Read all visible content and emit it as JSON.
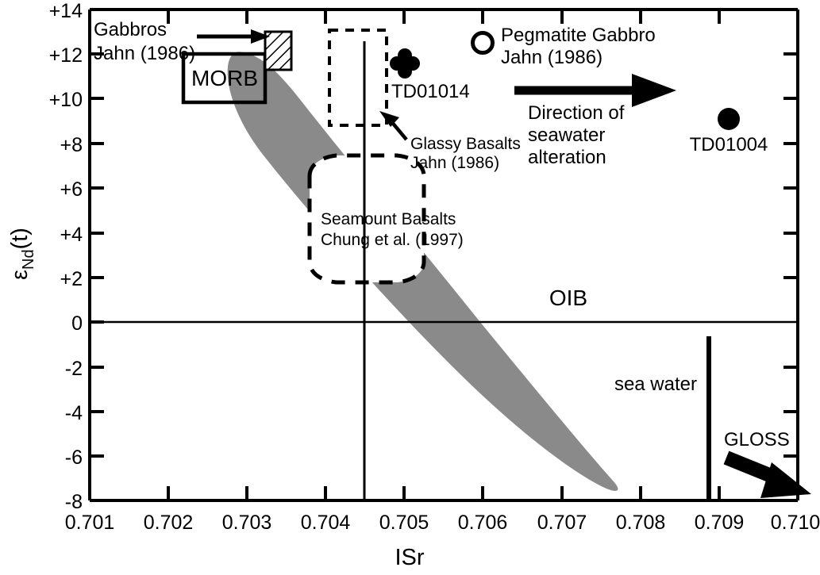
{
  "chart_data": {
    "type": "scatter",
    "title": "",
    "xlabel": "ISr",
    "ylabel": "εNd(t)",
    "ylabel_main": "ε",
    "ylabel_sub": "Nd",
    "ylabel_tail": "(t)",
    "xlim": [
      0.701,
      0.71
    ],
    "ylim": [
      -8,
      14
    ],
    "grid": false,
    "legend_position": "in-plot annotations",
    "xticks": [
      "0.701",
      "0.702",
      "0.703",
      "0.704",
      "0.705",
      "0.706",
      "0.707",
      "0.708",
      "0.709",
      "0.710"
    ],
    "xtick_values": [
      0.701,
      0.702,
      0.703,
      0.704,
      0.705,
      0.706,
      0.707,
      0.708,
      0.709,
      0.71
    ],
    "yticks": [
      "+14",
      "+12",
      "+10",
      "+8",
      "+6",
      "+4",
      "+2",
      "0",
      "-2",
      "-4",
      "-6",
      "-8"
    ],
    "ytick_values": [
      14,
      12,
      10,
      8,
      6,
      4,
      2,
      0,
      -2,
      -4,
      -6,
      -8
    ],
    "points": [
      {
        "name": "TD01014",
        "marker": "clover-filled",
        "x": 0.70498,
        "y": 11.5,
        "label": "TD01014"
      },
      {
        "name": "TD01004",
        "marker": "circle-filled",
        "x": 0.70925,
        "y": 9.0,
        "label": "TD01004"
      }
    ],
    "legend_markers": [
      {
        "marker": "circle-open",
        "label_line1": "Pegmatite Gabbro",
        "label_line2": "Jahn (1986)"
      }
    ],
    "fields": [
      {
        "name": "MORB",
        "label": "MORB",
        "shape": "solid-rectangle",
        "x_range": [
          0.70238,
          0.70336
        ],
        "y_range": [
          9.85,
          12.0
        ]
      },
      {
        "name": "Gabbros",
        "label_line1": "Gabbros",
        "label_line2": "Jahn (1986)",
        "shape": "hatched-rectangle",
        "x_range": [
          0.70338,
          0.7037
        ],
        "y_range": [
          11.45,
          13.15
        ]
      },
      {
        "name": "Glassy Basalts",
        "label_line1": "Glassy Basalts",
        "label_line2": "Jahn (1986)",
        "shape": "dashed-rectangle",
        "x_range": [
          0.7043,
          0.705
        ],
        "y_range": [
          8.7,
          13.05
        ]
      },
      {
        "name": "Seamount Basalts",
        "label_line1": "Seamount Basalts",
        "label_line2": "Chung et al. (1997)",
        "shape": "dashed-ellipse",
        "x_range": [
          0.7038,
          0.7052
        ],
        "y_range": [
          2.3,
          6.4
        ]
      },
      {
        "name": "OIB",
        "label": "OIB",
        "shape": "gray-band",
        "color": "#8a8a8a"
      }
    ],
    "annotations": [
      {
        "name": "seawater-alteration",
        "line1": "Direction of",
        "line2": "seawater",
        "line3": "alteration",
        "arrow": "right"
      },
      {
        "name": "sea-water-bar",
        "label": "sea water",
        "x": 0.70893,
        "y_range": [
          -7.5,
          0.35
        ]
      },
      {
        "name": "gloss",
        "label": "GLOSS",
        "arrow": "down-right"
      }
    ],
    "colors": {
      "field_gray": "#8a8a8a",
      "axis": "#000000",
      "background": "#ffffff"
    },
    "reference_lines": [
      {
        "name": "vertical-reference",
        "orientation": "vertical",
        "x": 0.7045
      },
      {
        "name": "horizontal-reference",
        "orientation": "horizontal",
        "y": 0
      }
    ]
  }
}
